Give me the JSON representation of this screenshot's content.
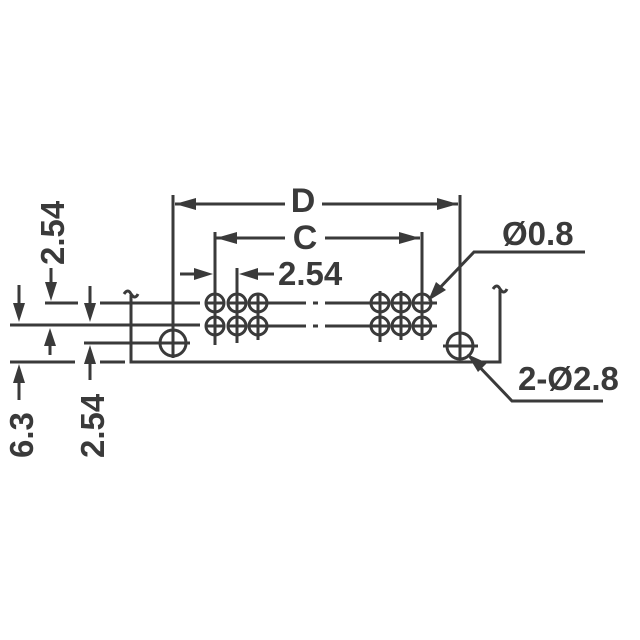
{
  "diagram": {
    "type": "pcb-footprint",
    "labels": {
      "overall_width": "D",
      "pin_span": "C",
      "pitch_horizontal": "2.54",
      "pitch_vertical_top": "2.54",
      "pitch_vertical_bottom": "2.54",
      "offset_vertical": "6.3",
      "pin_hole_diameter": "Ø0.8",
      "mount_hole_diameter": "2-Ø2.8",
      "break_symbol": "~"
    },
    "pin_rows": 2,
    "visible_pins_per_group": 3,
    "pin_groups": 2,
    "mount_holes": 2,
    "stroke_color": "#3a3a3a",
    "background_color": "#ffffff"
  }
}
